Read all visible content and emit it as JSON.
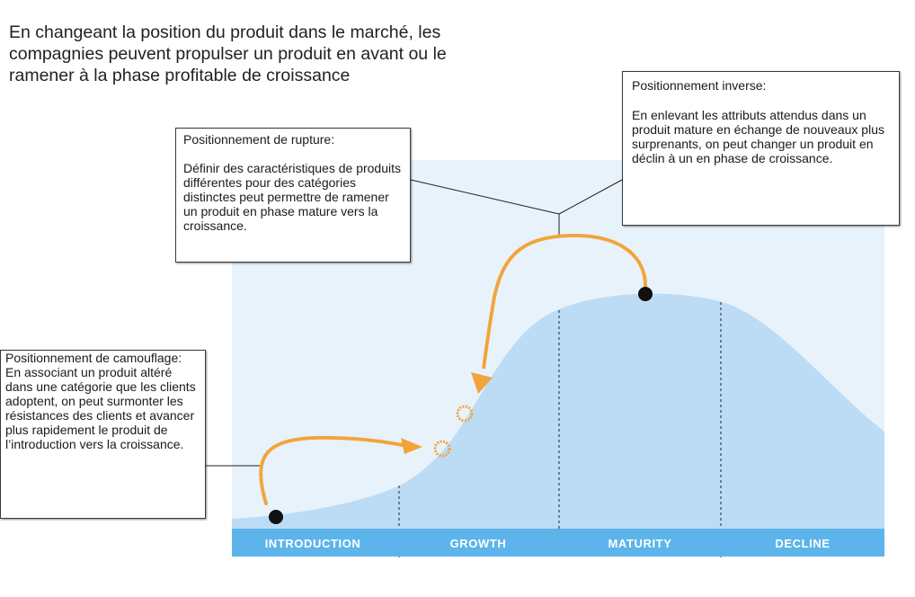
{
  "headline": "En changeant la position du produit dans le marché, les compagnies peuvent propulser un produit en avant ou le ramener à la phase profitable de croissance",
  "notes": {
    "rupture": {
      "title": "Positionnement de rupture:",
      "body": "Définir des caractéristiques de produits différentes pour des catégories distinctes peut permettre de ramener un produit en phase mature vers la croissance."
    },
    "inverse": {
      "title": "Positionnement inverse:",
      "body": "En enlevant les attributs attendus dans un produit mature en échange de nouveaux plus surprenants, on peut changer un produit en déclin à un en phase de croissance."
    },
    "camouflage": {
      "title": "Positionnement  de camouflage:",
      "body": "En associant un produit altéré dans une catégorie que les clients adoptent, on peut surmonter les résistances des clients et avancer plus rapidement le produit de l’introduction vers la croissance."
    }
  },
  "phases": [
    "INTRODUCTION",
    "GROWTH",
    "MATURITY",
    "DECLINE"
  ],
  "colors": {
    "panel_background": "#e8f2fb",
    "curve_fill": "#bcdcf6",
    "phase_bar": "#5cb4ea",
    "arrow": "#f2a43a",
    "marker": "#111111"
  }
}
